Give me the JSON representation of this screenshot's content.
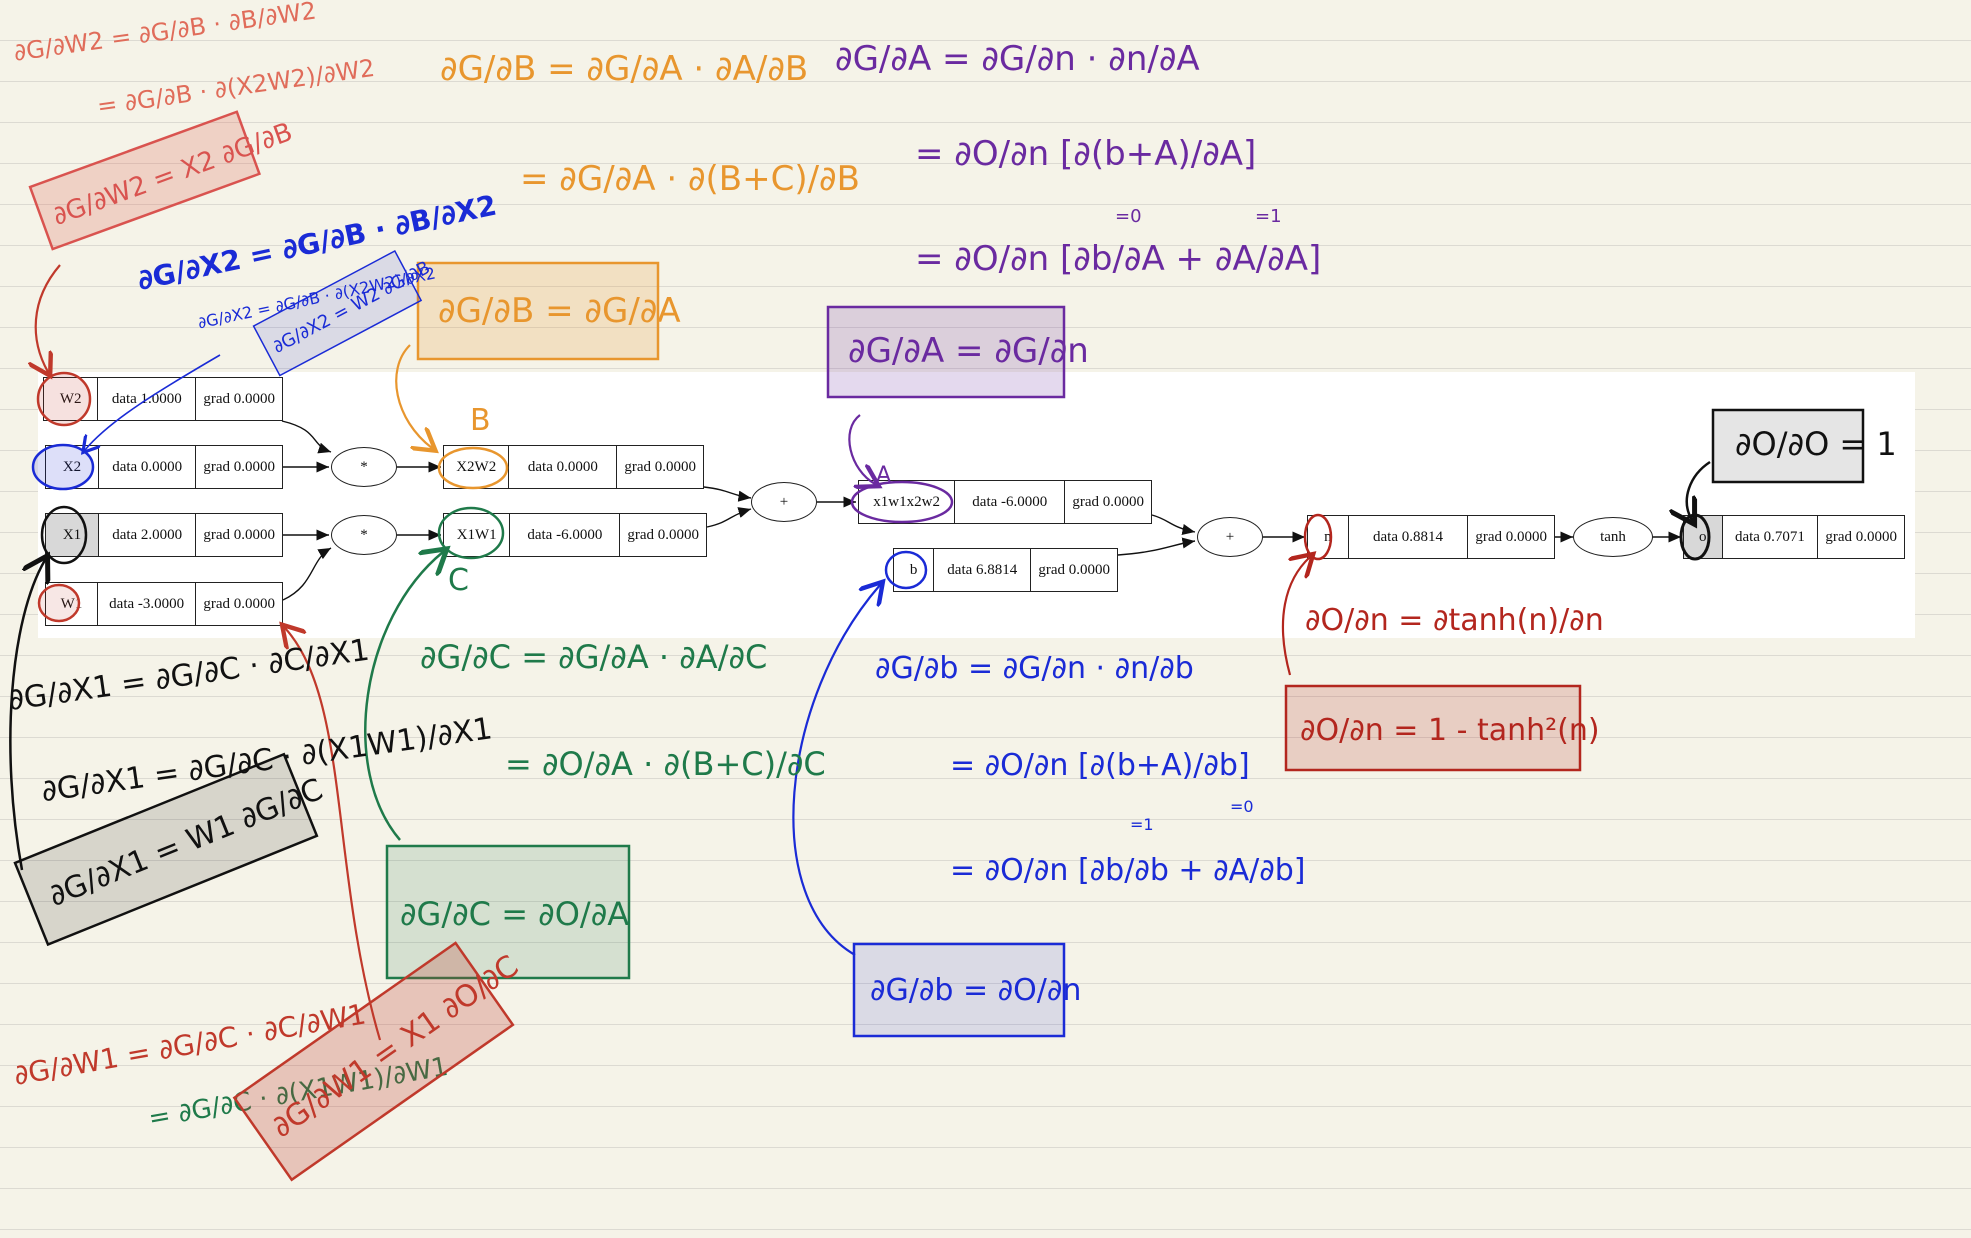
{
  "graph": {
    "nodes": [
      {
        "id": "W2",
        "label": "W2",
        "data": "data 1.0000",
        "grad": "grad 0.0000"
      },
      {
        "id": "X2",
        "label": "X2",
        "data": "data 0.0000",
        "grad": "grad 0.0000"
      },
      {
        "id": "X1",
        "label": "X1",
        "data": "data 2.0000",
        "grad": "grad 0.0000"
      },
      {
        "id": "W1",
        "label": "W1",
        "data": "data -3.0000",
        "grad": "grad 0.0000"
      },
      {
        "id": "X2W2",
        "label": "X2W2",
        "data": "data 0.0000",
        "grad": "grad 0.0000"
      },
      {
        "id": "X1W1",
        "label": "X1W1",
        "data": "data -6.0000",
        "grad": "grad 0.0000"
      },
      {
        "id": "x1w1x2w2",
        "label": "x1w1x2w2",
        "data": "data -6.0000",
        "grad": "grad 0.0000"
      },
      {
        "id": "b",
        "label": "b",
        "data": "data 6.8814",
        "grad": "grad 0.0000"
      },
      {
        "id": "n",
        "label": "n",
        "data": "data 0.8814",
        "grad": "grad 0.0000"
      },
      {
        "id": "o",
        "label": "o",
        "data": "data 0.7071",
        "grad": "grad 0.0000"
      }
    ],
    "ops": {
      "mul1": "*",
      "mul2": "*",
      "add1": "+",
      "add2": "+",
      "tanh": "tanh"
    }
  },
  "annotations": {
    "colors": {
      "red": "#c0392b",
      "orange": "#e8962e",
      "purple": "#6a2aa0",
      "blue": "#1a2bd6",
      "green": "#1f7a4a",
      "black": "#111111",
      "crimson": "#b3261e"
    },
    "orange_top_1": "∂G/∂B = ∂G/∂A · ∂A/∂B",
    "orange_top_2": "= ∂G/∂A · ∂(B+C)/∂B",
    "orange_box": "∂G/∂B = ∂G/∂A",
    "orange_B": "B",
    "purple_top_1": "∂G/∂A = ∂G/∂n · ∂n/∂A",
    "purple_top_2": "= ∂O/∂n [∂(b+A)/∂A]",
    "purple_top_3": "= ∂O/∂n [∂b/∂A + ∂A/∂A]",
    "purple_box": "∂G/∂A = ∂G/∂n",
    "purple_A": "A",
    "purple_zero": "=0",
    "purple_one": "=1",
    "black_box_top": "∂O/∂O = 1",
    "red_tl_1": "∂G/∂W2 = ∂G/∂B · ∂B/∂W2",
    "red_tl_2": "= ∂G/∂B · ∂(X2W2)/∂W2",
    "red_tl_box": "∂G/∂W2 = X2 ∂G/∂B",
    "blue_x2_1": "∂G/∂X2 = ∂G/∂B · ∂B/∂X2",
    "blue_x2_2": "∂G/∂X2 = ∂G/∂B · ∂(X2W2)/∂X2",
    "blue_x2_box": "∂G/∂X2 = W2 ∂G/∂B",
    "green_1": "∂G/∂C = ∂G/∂A · ∂A/∂C",
    "green_2": "= ∂O/∂A · ∂(B+C)/∂C",
    "green_box": "∂G/∂C = ∂O/∂A",
    "green_C": "C",
    "black_x1_1": "∂G/∂X1 = ∂G/∂C · ∂C/∂X1",
    "black_x1_2": "∂G/∂X1 = ∂G/∂C · ∂(X1W1)/∂X1",
    "black_x1_box": "∂G/∂X1 = W1 ∂G/∂C",
    "red_w1_1": "∂G/∂W1 = ∂G/∂C · ∂C/∂W1",
    "red_w1_2": "= ∂G/∂C · ∂(X1W1)/∂W1",
    "red_w1_box": "∂G/∂W1 = X1 ∂O/∂C",
    "blue_b_1": "∂G/∂b = ∂G/∂n · ∂n/∂b",
    "blue_b_2": "= ∂O/∂n [∂(b+A)/∂b]",
    "blue_b_3": "= ∂O/∂n [∂b/∂b + ∂A/∂b]",
    "blue_b_one": "=1",
    "blue_b_zero": "=0",
    "blue_b_box": "∂G/∂b = ∂O/∂n",
    "red_n_1": "∂O/∂n = ∂tanh(n)/∂n",
    "red_n_box": "∂O/∂n = 1 - tanh²(n)"
  }
}
